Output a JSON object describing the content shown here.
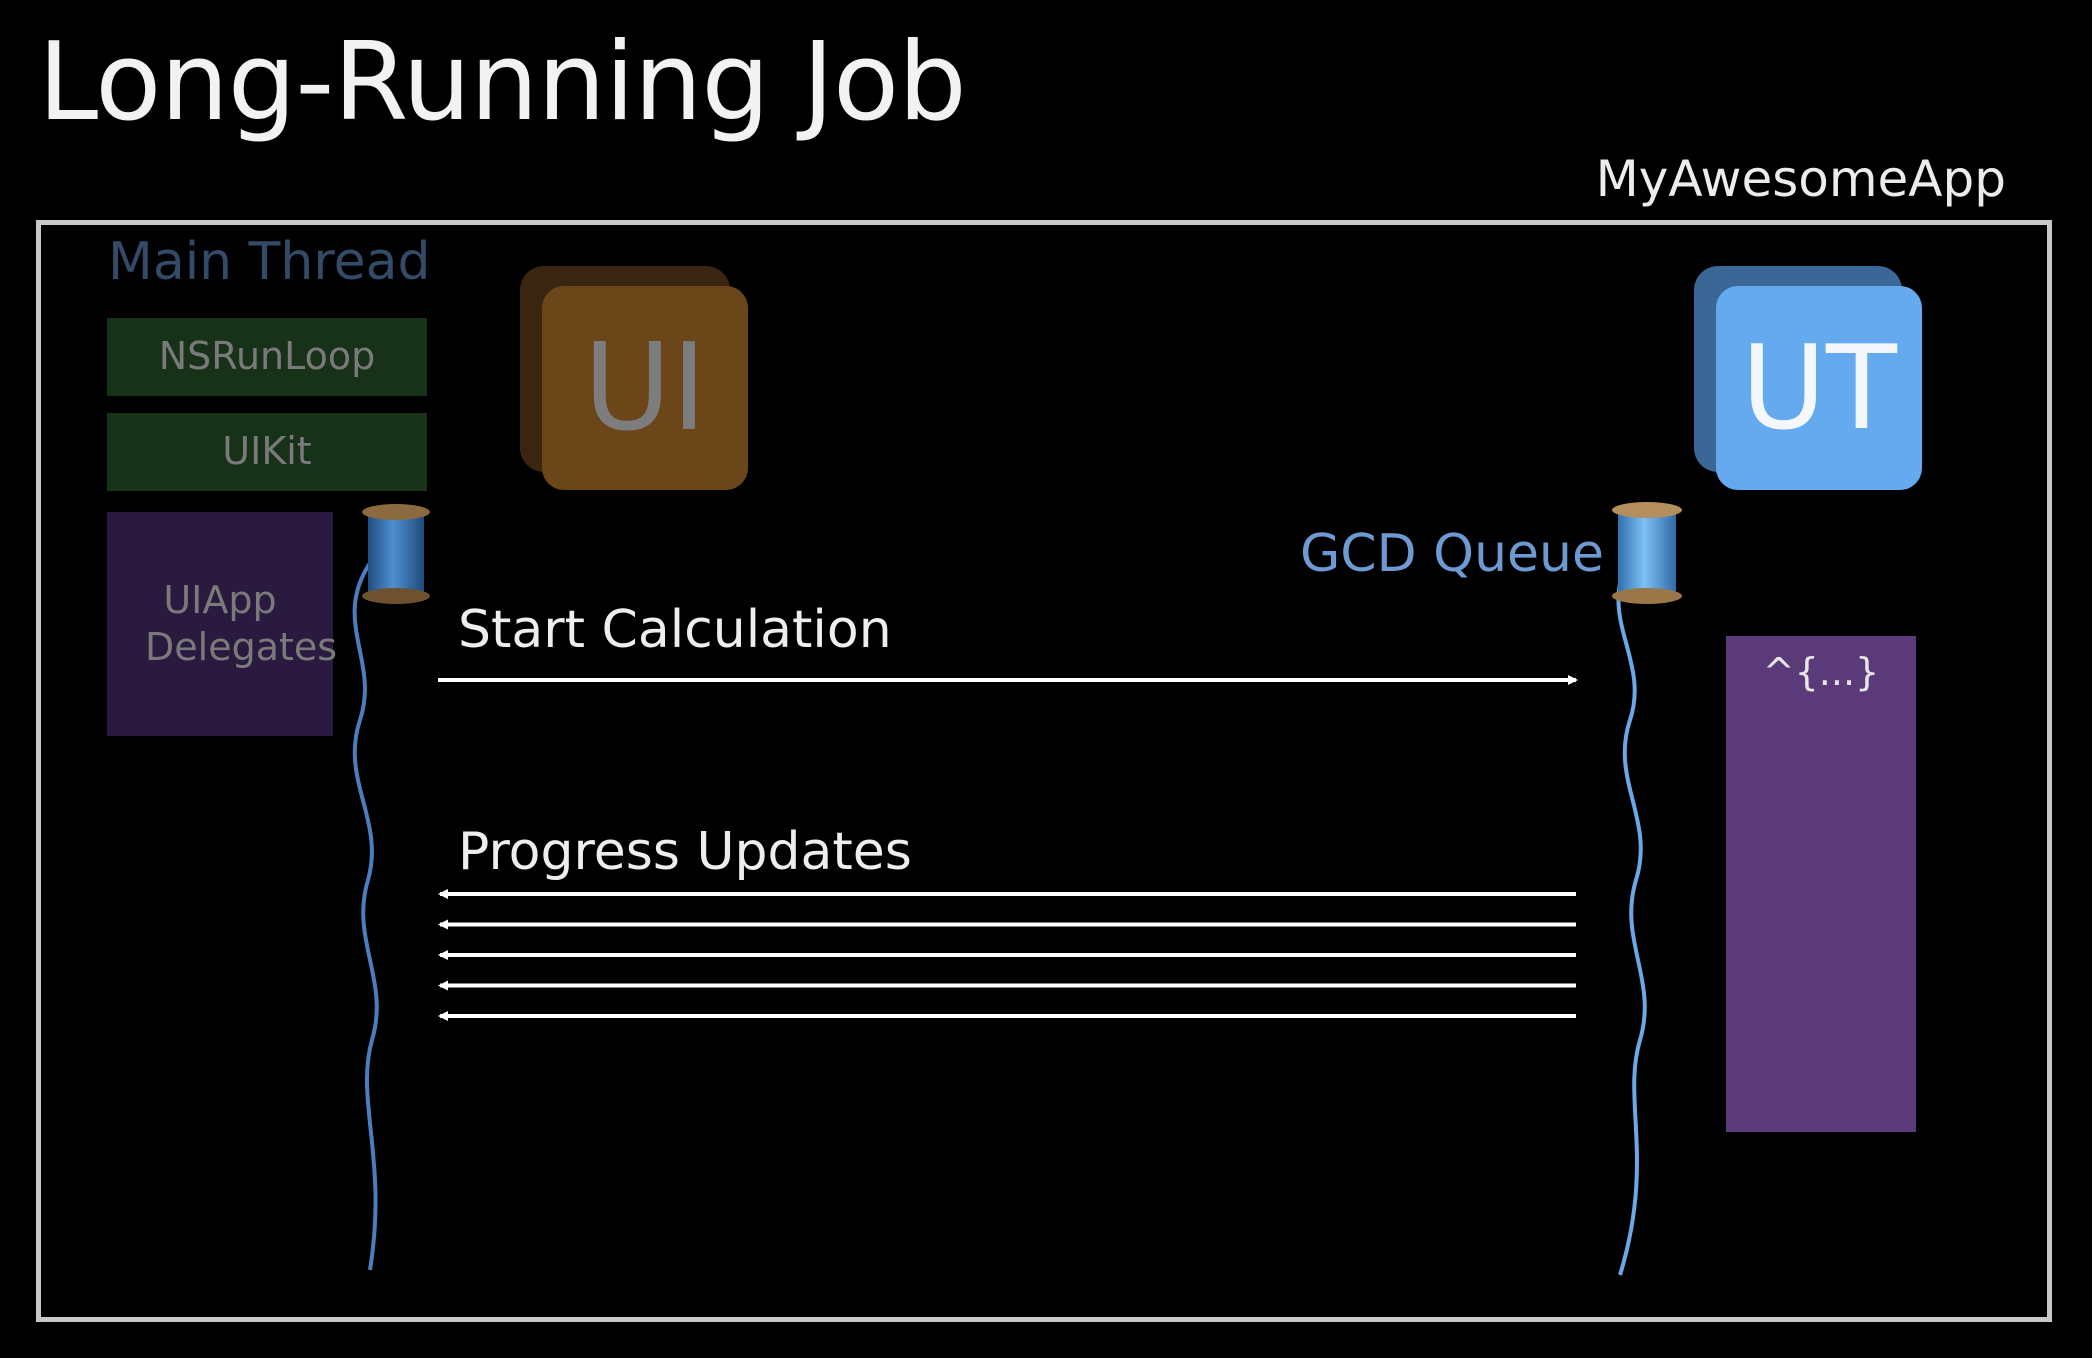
{
  "slide": {
    "title": "Long-Running Job"
  },
  "app": {
    "name": "MyAwesomeApp"
  },
  "main_thread": {
    "label": "Main Thread",
    "stack": [
      "NSRunLoop",
      "UIKit",
      "UIApp Delegates"
    ]
  },
  "icons": {
    "ui": "UI",
    "ut": "UT"
  },
  "queue": {
    "label": "GCD Queue"
  },
  "messages": {
    "start": "Start Calculation",
    "progress": "Progress Updates",
    "progress_arrow_count": 5
  },
  "block": {
    "label": "^{...}"
  },
  "colors": {
    "background": "#000000",
    "frame": "#c8c8c8",
    "main_thread_label": "#334a68",
    "runloop_block": "#173219",
    "delegates_block": "#2a1a40",
    "ui_icon": "#6b4619",
    "ut_icon": "#65aaee",
    "thread_line": "#5b8fd0",
    "gcd_label": "#6e9ad4",
    "block": "#5a3a78",
    "arrows": "#ffffff"
  }
}
